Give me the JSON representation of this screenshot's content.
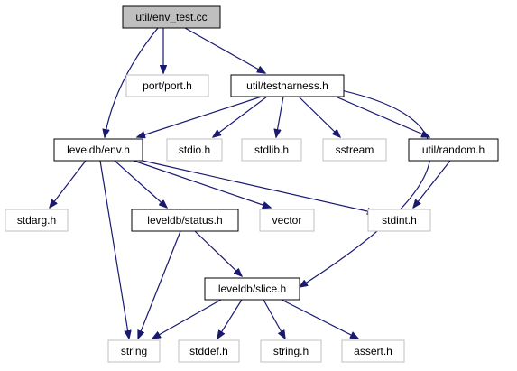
{
  "diagram": {
    "colors": {
      "edge": "#191970",
      "root_fill": "#bfbfbf",
      "root_stroke": "#000000",
      "internal_stroke": "#000000",
      "external_stroke": "#bfbfbf",
      "background": "#ffffff"
    },
    "nodes": [
      {
        "id": "env_test",
        "label": "util/env_test.cc",
        "kind": "root"
      },
      {
        "id": "port",
        "label": "port/port.h",
        "kind": "external"
      },
      {
        "id": "testharness",
        "label": "util/testharness.h",
        "kind": "internal"
      },
      {
        "id": "env",
        "label": "leveldb/env.h",
        "kind": "internal"
      },
      {
        "id": "stdio",
        "label": "stdio.h",
        "kind": "external"
      },
      {
        "id": "stdlib",
        "label": "stdlib.h",
        "kind": "external"
      },
      {
        "id": "sstream",
        "label": "sstream",
        "kind": "external"
      },
      {
        "id": "random",
        "label": "util/random.h",
        "kind": "internal"
      },
      {
        "id": "stdarg",
        "label": "stdarg.h",
        "kind": "external"
      },
      {
        "id": "status",
        "label": "leveldb/status.h",
        "kind": "internal"
      },
      {
        "id": "vector",
        "label": "vector",
        "kind": "external"
      },
      {
        "id": "stdint",
        "label": "stdint.h",
        "kind": "external"
      },
      {
        "id": "slice",
        "label": "leveldb/slice.h",
        "kind": "internal"
      },
      {
        "id": "string",
        "label": "string",
        "kind": "external"
      },
      {
        "id": "stddef",
        "label": "stddef.h",
        "kind": "external"
      },
      {
        "id": "string_h",
        "label": "string.h",
        "kind": "external"
      },
      {
        "id": "assert",
        "label": "assert.h",
        "kind": "external"
      }
    ],
    "edges": [
      {
        "from": "env_test",
        "to": "port"
      },
      {
        "from": "env_test",
        "to": "testharness"
      },
      {
        "from": "env_test",
        "to": "env"
      },
      {
        "from": "testharness",
        "to": "env"
      },
      {
        "from": "testharness",
        "to": "stdio"
      },
      {
        "from": "testharness",
        "to": "stdlib"
      },
      {
        "from": "testharness",
        "to": "sstream"
      },
      {
        "from": "testharness",
        "to": "random"
      },
      {
        "from": "testharness",
        "to": "slice"
      },
      {
        "from": "env",
        "to": "stdarg"
      },
      {
        "from": "env",
        "to": "status"
      },
      {
        "from": "env",
        "to": "vector"
      },
      {
        "from": "env",
        "to": "stdint"
      },
      {
        "from": "env",
        "to": "string"
      },
      {
        "from": "random",
        "to": "stdint"
      },
      {
        "from": "status",
        "to": "slice"
      },
      {
        "from": "status",
        "to": "string"
      },
      {
        "from": "slice",
        "to": "string"
      },
      {
        "from": "slice",
        "to": "stddef"
      },
      {
        "from": "slice",
        "to": "string_h"
      },
      {
        "from": "slice",
        "to": "assert"
      }
    ]
  }
}
